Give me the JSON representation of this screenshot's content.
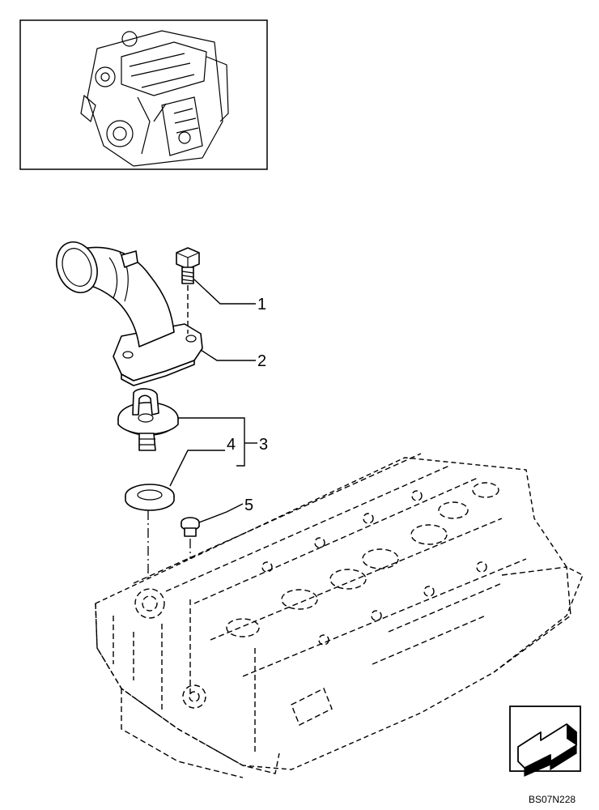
{
  "diagram": {
    "callouts": [
      {
        "id": "1",
        "label": "1"
      },
      {
        "id": "2",
        "label": "2"
      },
      {
        "id": "3",
        "label": "3"
      },
      {
        "id": "4",
        "label": "4"
      },
      {
        "id": "5",
        "label": "5"
      }
    ],
    "reference_code": "BS07N228",
    "icons": {
      "engine_overview": "engine-overview-icon",
      "direction_indicator": "direction-arrow-icon"
    }
  }
}
